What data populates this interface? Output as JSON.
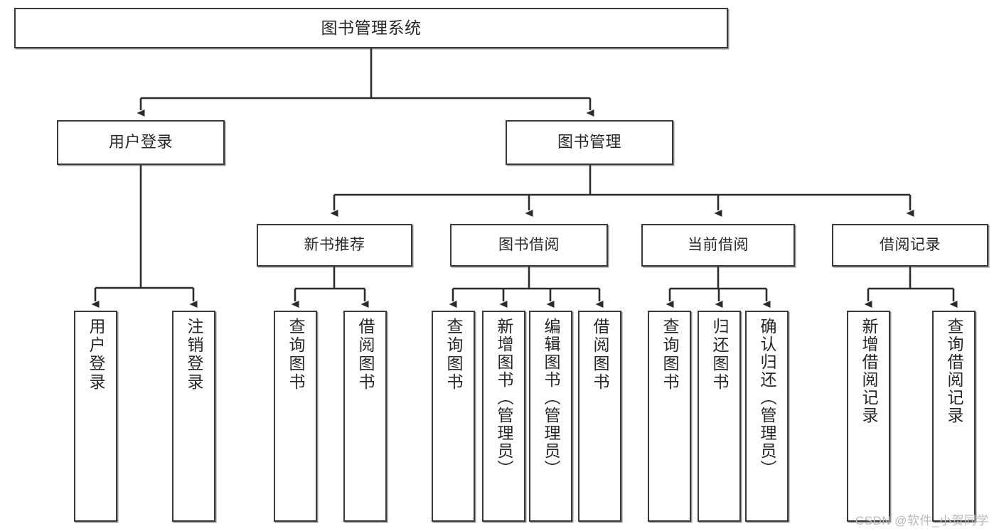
{
  "diagram": {
    "title": "图书管理系统",
    "type": "functional-structure-tree",
    "watermark": "CSDN @软件_小贺同学",
    "colors": {
      "box_border": "#3a3a3a",
      "box_fill": "#ffffff",
      "connector": "#2b2b2b",
      "text": "#262626",
      "watermark": "#b9b9b9"
    },
    "root": {
      "label": "图书管理系统"
    },
    "level2": [
      {
        "label": "用户登录"
      },
      {
        "label": "图书管理"
      }
    ],
    "level3": [
      {
        "label": "新书推荐"
      },
      {
        "label": "图书借阅"
      },
      {
        "label": "当前借阅"
      },
      {
        "label": "借阅记录"
      }
    ],
    "leaves": {
      "user_login": [
        {
          "label": "用户登录"
        },
        {
          "label": "注销登录"
        }
      ],
      "new_book": [
        {
          "label": "查询图书"
        },
        {
          "label": "借阅图书"
        }
      ],
      "book_borrow": [
        {
          "label": "查询图书"
        },
        {
          "label": "新增图书（管理员）"
        },
        {
          "label": "编辑图书（管理员）"
        },
        {
          "label": "借阅图书"
        }
      ],
      "current_borrow": [
        {
          "label": "查询图书"
        },
        {
          "label": "归还图书"
        },
        {
          "label": "确认归还（管理员）"
        }
      ],
      "borrow_record": [
        {
          "label": "新增借阅记录"
        },
        {
          "label": "查询借阅记录"
        }
      ]
    }
  }
}
